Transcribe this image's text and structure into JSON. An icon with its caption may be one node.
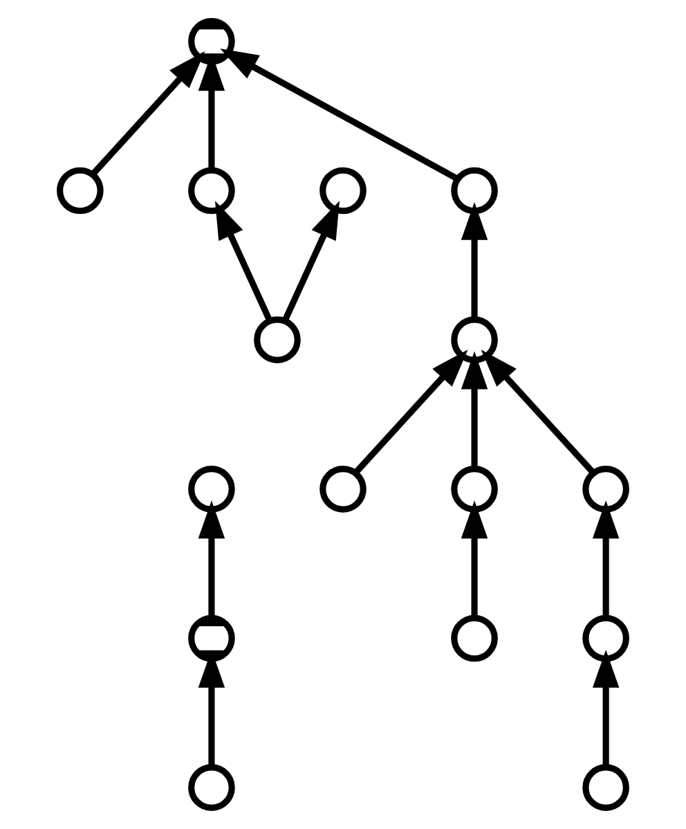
{
  "diagram": {
    "nodes": [
      {
        "text": [],
        "shape": "circle"
      },
      {
        "text": [],
        "shape": "circle"
      },
      {
        "text": [],
        "shape": "circle"
      },
      {
        "text": [],
        "shape": "circle"
      },
      {
        "text": [],
        "shape": "circle"
      },
      {
        "text": [],
        "shape": "circle"
      },
      {
        "text": [],
        "shape": "circle"
      },
      {
        "text": [],
        "shape": "circle"
      },
      {
        "text": [],
        "shape": "circle"
      },
      {
        "text": [],
        "shape": "circle"
      },
      {
        "text": [],
        "shape": "circle"
      },
      {
        "text": [],
        "shape": "circle"
      },
      {
        "text": [],
        "shape": "circle"
      },
      {
        "text": [],
        "shape": "circle"
      },
      {
        "text": [],
        "shape": "circle"
      },
      {
        "text": [],
        "shape": "circle"
      }
    ],
    "edges": [
      {
        "from": 1,
        "to": 0,
        "arrow": "to"
      },
      {
        "from": 3,
        "to": 1,
        "arrow": "to"
      },
      {
        "from": 4,
        "to": 2,
        "arrow": "to"
      },
      {
        "from": 5,
        "to": 2,
        "arrow": "to"
      },
      {
        "from": 7,
        "to": 2,
        "arrow": "to"
      },
      {
        "from": 8,
        "to": 5,
        "arrow": "to"
      },
      {
        "from": 8,
        "to": 6,
        "arrow": "to"
      },
      {
        "from": 9,
        "to": 7,
        "arrow": "to"
      },
      {
        "from": 10,
        "to": 9,
        "arrow": "to"
      },
      {
        "from": 11,
        "to": 9,
        "arrow": "to"
      },
      {
        "from": 12,
        "to": 9,
        "arrow": "to"
      },
      {
        "from": 13,
        "to": 11,
        "arrow": "to"
      },
      {
        "from": 14,
        "to": 12,
        "arrow": "to"
      },
      {
        "from": 15,
        "to": 14,
        "arrow": "to"
      }
    ]
  }
}
